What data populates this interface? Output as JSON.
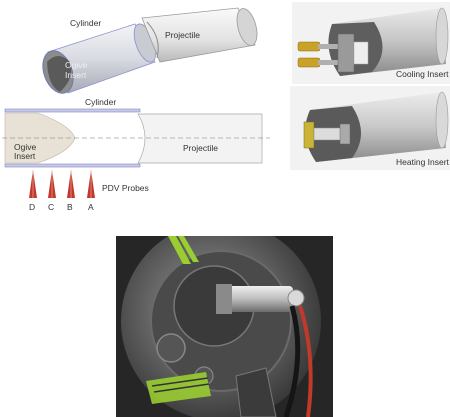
{
  "iso_diagram": {
    "cylinder": "Cylinder",
    "projectile": "Projectile",
    "ogive_line1": "Ogive",
    "ogive_line2": "Insert"
  },
  "section_diagram": {
    "cylinder": "Cylinder",
    "projectile": "Projectile",
    "ogive_line1": "Ogive",
    "ogive_line2": "Insert",
    "probes_label": "PDV Probes",
    "probes": [
      "D",
      "C",
      "B",
      "A"
    ]
  },
  "cooling_insert": {
    "label": "Cooling Insert"
  },
  "heating_insert": {
    "label": "Heating Insert"
  },
  "colors": {
    "probe": "#c0392b",
    "ogive": "#e8e2d6",
    "cylinder_edge": "#8a8fd0",
    "photo_bg": "#2b2b2b",
    "tape": "#9acd32"
  }
}
